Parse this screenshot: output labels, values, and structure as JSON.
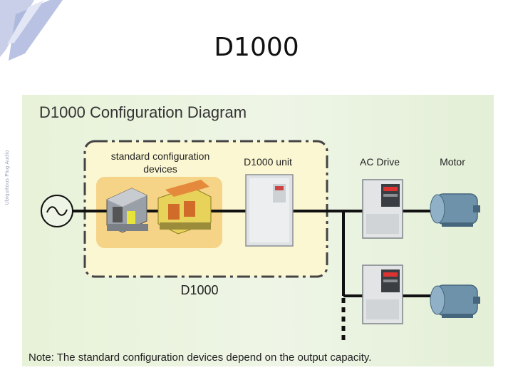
{
  "slide": {
    "title": "D1000"
  },
  "side_caption": "Ubiquitous Plug Audio",
  "diagram": {
    "title": "D1000 Configuration Diagram",
    "std_devices_label": "standard configuration\ndevices",
    "d1000_unit_label": "D1000 unit",
    "ac_drive_label": "AC Drive",
    "motor_label": "Motor",
    "group_label": "D1000",
    "note": "Note: The standard configuration devices depend on the output capacity.",
    "power_source_symbol": "~",
    "colors": {
      "panel_bg": "#e8f2d8",
      "group_fill": "#fbf7d2",
      "device_area": "#f6d487",
      "motor": "#6f92ab",
      "line": "#111111"
    }
  }
}
